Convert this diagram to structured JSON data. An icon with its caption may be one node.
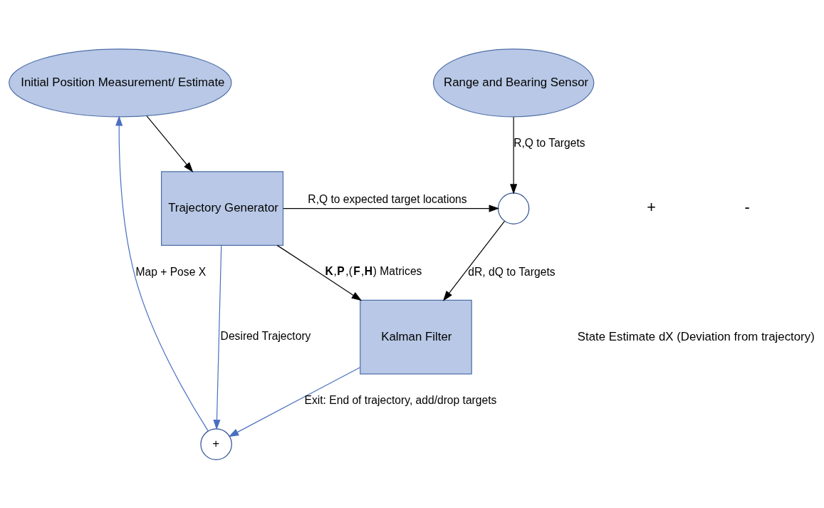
{
  "diagram": {
    "nodes": [
      {
        "text": [
          "Initial Position Measurement/ Estimate"
        ]
      },
      {
        "text": [
          "Range and Bearing Sensor"
        ]
      },
      {
        "text": [
          "Trajectory Generator"
        ]
      },
      {
        "text": [],
        "shape": "circle"
      },
      {
        "text": [
          "Kalman Filter"
        ]
      },
      {
        "text": [
          "+"
        ]
      }
    ],
    "edges": [
      {
        "from": 0,
        "to": 2,
        "arrow": "to"
      },
      {
        "from": 1,
        "to": 3,
        "arrow": "to",
        "label": "R,Q to Targets"
      },
      {
        "from": 2,
        "to": 3,
        "arrow": "to",
        "label": "R,Q to expected target locations"
      },
      {
        "from": 3,
        "to": 4,
        "arrow": "to",
        "label": "dR, dQ to Targets"
      },
      {
        "from": 2,
        "to": 4,
        "arrow": "to",
        "label": "**K**,**P**,(**F**,**H**) Matrices"
      },
      {
        "from": 2,
        "to": 5,
        "arrow": "to",
        "label": "Desired Trajectory",
        "color": "#4a6fbf"
      },
      {
        "from": 4,
        "to": 5,
        "arrow": "to",
        "label": "Exit: End of trajectory, add/drop targets",
        "color": "#4a6fbf"
      },
      {
        "from": 5,
        "to": 0,
        "arrow": "to",
        "label": "Map + Pose X",
        "color": "#4a6fbf"
      }
    ],
    "labels": [
      "+",
      "-",
      "State Estimate dX (Deviation from trajectory)"
    ]
  }
}
